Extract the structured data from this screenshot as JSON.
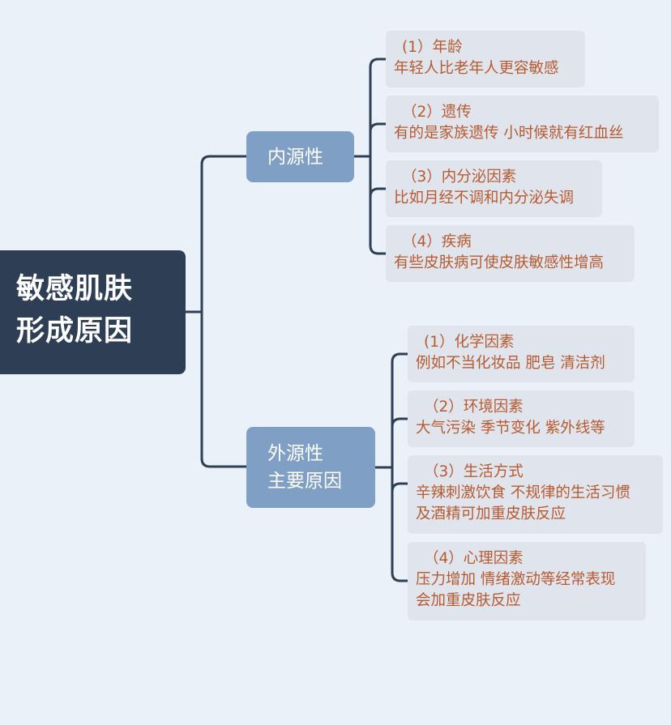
{
  "root": {
    "line1": "敏感肌肤",
    "line2": "形成原因"
  },
  "branches": [
    {
      "lines": [
        "内源性"
      ],
      "leaves": [
        {
          "title": "(1）年龄",
          "desc": [
            "年轻人比老年人更容敏感"
          ]
        },
        {
          "title": "（2）遗传",
          "desc": [
            "有的是家族遗传 小时候就有红血丝"
          ]
        },
        {
          "title": "（3）内分泌因素",
          "desc": [
            "比如月经不调和内分泌失调"
          ]
        },
        {
          "title": "（4）疾病",
          "desc": [
            "有些皮肤病可使皮肤敏感性增高"
          ]
        }
      ]
    },
    {
      "lines": [
        "外源性",
        "主要原因"
      ],
      "leaves": [
        {
          "title": "(1）化学因素",
          "desc": [
            "例如不当化妆品 肥皂 清洁剂"
          ]
        },
        {
          "title": "（2）环境因素",
          "desc": [
            "大气污染 季节变化 紫外线等"
          ]
        },
        {
          "title": "（3）生活方式",
          "desc": [
            "辛辣刺激饮食 不规律的生活习惯",
            "及酒精可加重皮肤反应"
          ]
        },
        {
          "title": "（4）心理因素",
          "desc": [
            "压力增加 情绪激动等经常表现",
            "会加重皮肤反应"
          ]
        }
      ]
    }
  ],
  "colors": {
    "root_bg": "#2e3f55",
    "branch_bg": "#7f9fc4",
    "leaf_bg": "#e0e5ed",
    "leaf_text": "#b85a30",
    "line": "#2e3f55"
  }
}
